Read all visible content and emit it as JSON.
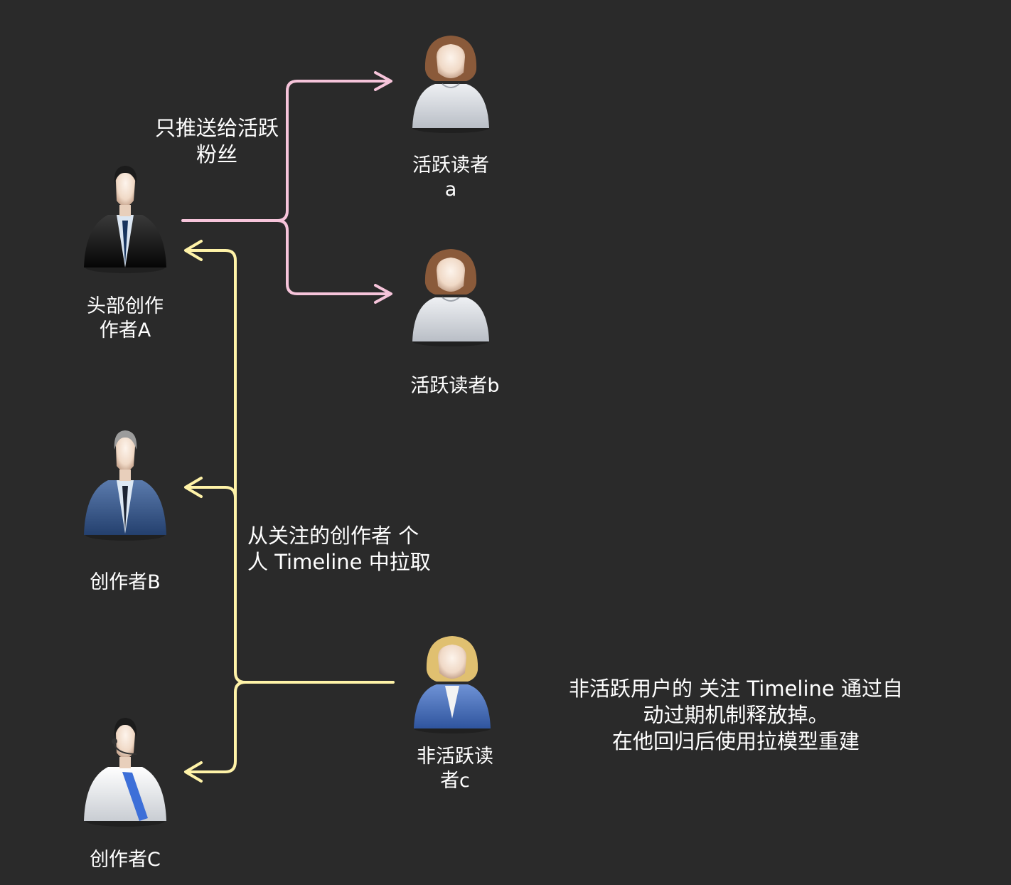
{
  "nodes": {
    "creator_a": {
      "label": "头部创作\n作者A",
      "icon": "businessman-dark-suit-icon"
    },
    "creator_b": {
      "label": "创作者B",
      "icon": "businessman-grey-hair-icon"
    },
    "creator_c": {
      "label": "创作者C",
      "icon": "businessman-headset-icon"
    },
    "reader_a": {
      "label": "活跃读者\na",
      "icon": "woman-avatar-icon"
    },
    "reader_b": {
      "label": "活跃读者b",
      "icon": "woman-avatar-icon"
    },
    "reader_c": {
      "label": "非活跃读\n者c",
      "icon": "businesswoman-avatar-icon"
    }
  },
  "edges": {
    "push_label": "只推送给活跃\n粉丝",
    "pull_label": "从关注的创作者 个\n人 Timeline 中拉取"
  },
  "note": "非活跃用户的 关注 Timeline 通过自\n动过期机制释放掉。\n在他回归后使用拉模型重建",
  "colors": {
    "background": "#2a2a2a",
    "push_arrow": "#f6c4da",
    "pull_arrow": "#fff3a8",
    "text": "#ffffff"
  }
}
